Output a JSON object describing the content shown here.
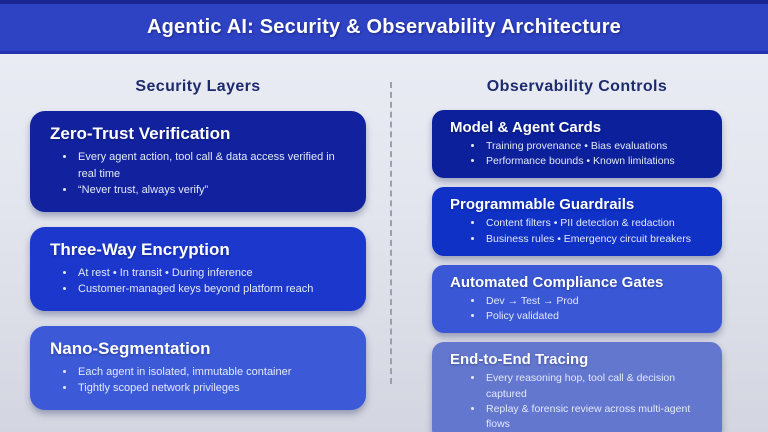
{
  "header": {
    "title": "Agentic AI: Security & Observability Architecture"
  },
  "colors": {
    "header_bg": "#2e42c4",
    "header_top_border": "#1a2592",
    "header_bottom_border": "#2433ae",
    "column_heading": "#1d2b6e"
  },
  "columns": [
    {
      "heading": "Security Layers",
      "cards": [
        {
          "title": "Zero-Trust Verification",
          "color": "#12229e",
          "bullets": [
            "Every agent action, tool call & data access verified in real time",
            "“Never trust, always verify”"
          ]
        },
        {
          "title": "Three-Way Encryption",
          "color": "#1c38cc",
          "bullets": [
            "At rest • In transit • During inference",
            "Customer-managed keys beyond platform reach"
          ]
        },
        {
          "title": "Nano-Segmentation",
          "color": "#3c5ad7",
          "bullets": [
            "Each agent in isolated, immutable container",
            "Tightly scoped network privileges"
          ]
        }
      ]
    },
    {
      "heading": "Observability Controls",
      "cards": [
        {
          "title": "Model & Agent Cards",
          "color": "#0c209b",
          "bullets": [
            "Training provenance • Bias evaluations",
            "Performance bounds • Known limitations"
          ]
        },
        {
          "title": "Programmable Guardrails",
          "color": "#0f31c6",
          "bullets": [
            "Content filters • PII detection & redaction",
            "Business rules • Emergency circuit breakers"
          ]
        },
        {
          "title": "Automated Compliance Gates",
          "color": "#3a58d5",
          "bullets": [
            "Dev → Test → Prod",
            "Policy validated"
          ]
        },
        {
          "title": "End-to-End Tracing",
          "color": "#6377cf",
          "bullets": [
            "Every reasoning hop, tool call & decision captured",
            "Replay & forensic review across multi-agent flows"
          ]
        }
      ]
    }
  ]
}
